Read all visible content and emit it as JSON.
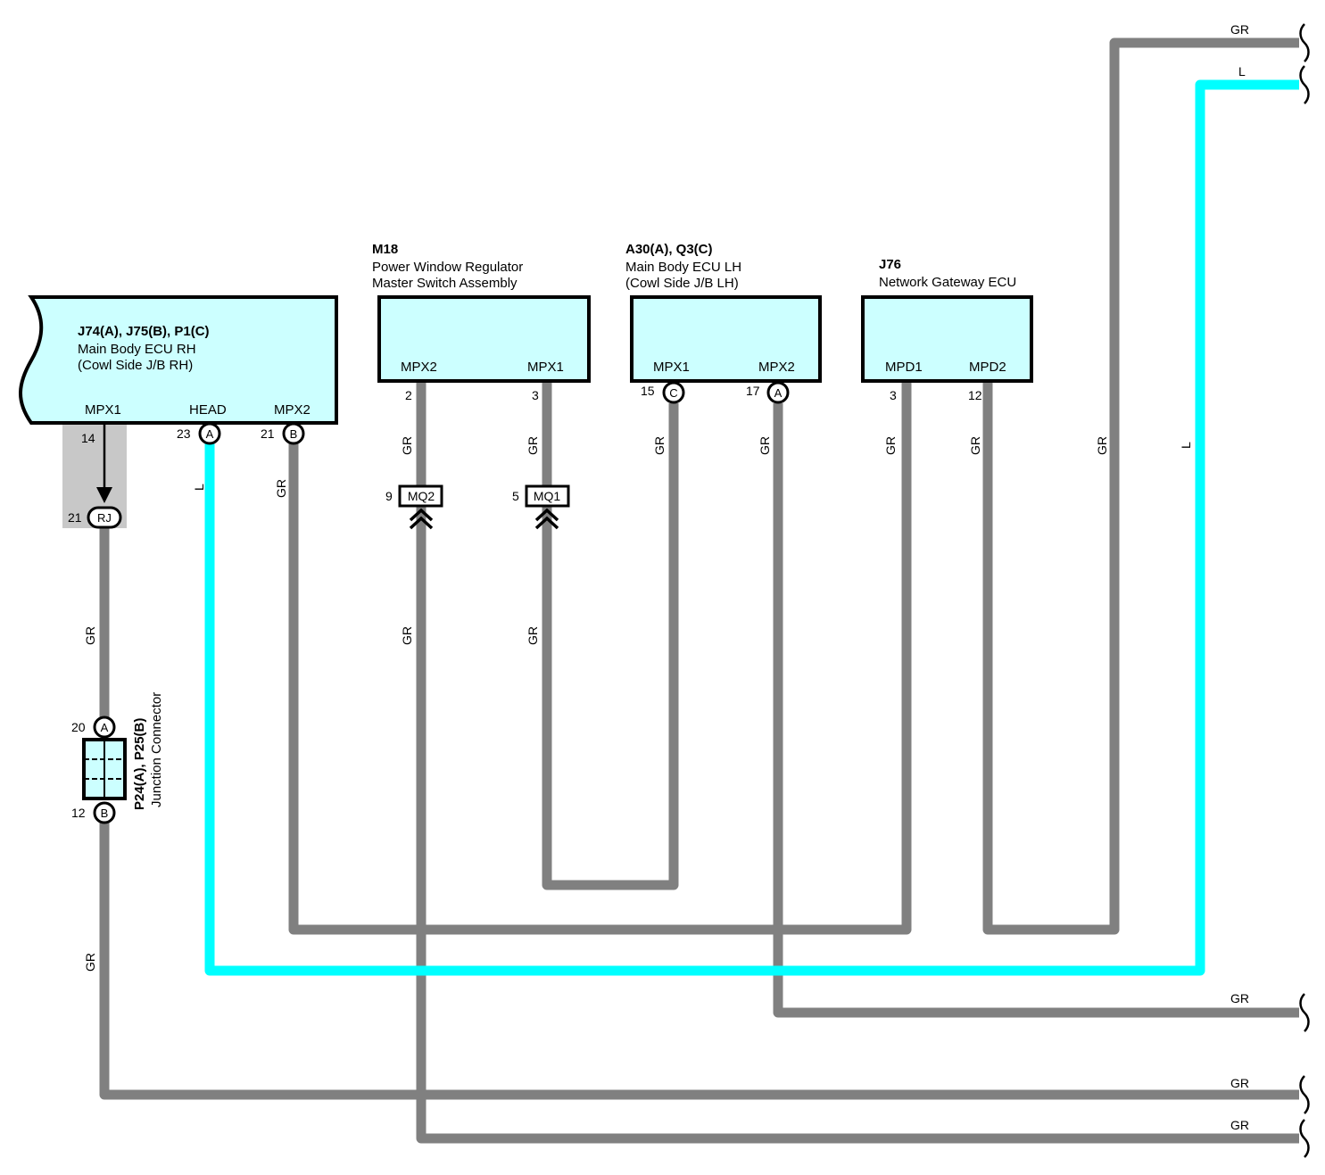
{
  "components": {
    "ecu_rh": {
      "id": "J74(A), J75(B), P1(C)",
      "name1": "Main Body ECU RH",
      "name2": "(Cowl Side J/B RH)",
      "pins": [
        "MPX1",
        "HEAD",
        "MPX2"
      ]
    },
    "m18": {
      "id": "M18",
      "name1": "Power Window Regulator",
      "name2": "Master Switch Assembly",
      "pins": [
        "MPX2",
        "MPX1"
      ]
    },
    "ecu_lh": {
      "id": "A30(A), Q3(C)",
      "name1": "Main Body ECU LH",
      "name2": "(Cowl Side J/B LH)",
      "pins": [
        "MPX1",
        "MPX2"
      ]
    },
    "j76": {
      "id": "J76",
      "name1": "Network Gateway ECU",
      "pins": [
        "MPD1",
        "MPD2"
      ]
    },
    "junction": {
      "id": "P24(A), P25(B)",
      "name": "Junction Connector"
    }
  },
  "pin_numbers": {
    "rh_mpx1": "14",
    "rh_head": "23",
    "rh_mpx2": "21",
    "rj": "21",
    "m18_mpx2": "2",
    "m18_mpx1": "3",
    "lh_mpx1": "15",
    "lh_mpx2": "17",
    "j76_mpd1": "3",
    "j76_mpd2": "12",
    "mq2": "9",
    "mq1": "5",
    "jc_a": "20",
    "jc_b": "12"
  },
  "connector_letters": {
    "rh_head": "A",
    "rh_mpx2": "B",
    "rj": "RJ",
    "lh_mpx1": "C",
    "lh_mpx2": "A",
    "jc_a": "A",
    "jc_b": "B"
  },
  "inline_connectors": {
    "mq2": "MQ2",
    "mq1": "MQ1"
  },
  "wire_colors": {
    "gr": "GR",
    "l": "L"
  },
  "colors": {
    "gr_wire": "#808080",
    "l_wire": "#00ffff",
    "component_fill": "#ccffff",
    "shield": "#c8c8c8"
  }
}
